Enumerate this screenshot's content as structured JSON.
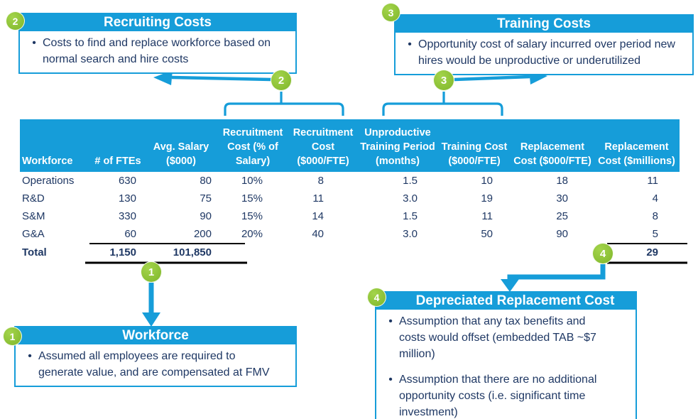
{
  "colors": {
    "accent_blue": "#169DD9",
    "navy_text": "#1F3864",
    "badge_green": "#8CC63F",
    "rule_black": "#000000"
  },
  "badges": {
    "n1": "1",
    "n2": "2",
    "n3": "3",
    "n4": "4"
  },
  "callouts": {
    "recruiting": {
      "number": "2",
      "title": "Recruiting Costs",
      "bullets": [
        "Costs to find and replace workforce based on normal search and hire costs"
      ]
    },
    "training": {
      "number": "3",
      "title": "Training Costs",
      "bullets": [
        "Opportunity cost of salary incurred over period new hires would be unproductive or underutilized"
      ]
    },
    "workforce": {
      "number": "1",
      "title": "Workforce",
      "bullets": [
        "Assumed all employees are required to generate value, and are compensated at FMV"
      ]
    },
    "depreciated": {
      "number": "4",
      "title": "Depreciated Replacement Cost",
      "bullets": [
        "Assumption that any tax benefits and costs would offset (embedded TAB ~$7 million)",
        "Assumption that there are no additional opportunity costs (i.e. significant time investment)"
      ]
    }
  },
  "table": {
    "headers": [
      "Workforce",
      "# of FTEs",
      "Avg. Salary ($000)",
      "Recruitment Cost (% of Salary)",
      "Recruitment Cost ($000/FTE)",
      "Unproductive Training Period (months)",
      "Training Cost ($000/FTE)",
      "Replacement Cost ($000/FTE)",
      "Replacement Cost ($millions)"
    ],
    "rows": [
      [
        "Operations",
        "630",
        "80",
        "10%",
        "8",
        "1.5",
        "10",
        "18",
        "11"
      ],
      [
        "R&D",
        "130",
        "75",
        "15%",
        "11",
        "3.0",
        "19",
        "30",
        "4"
      ],
      [
        "S&M",
        "330",
        "90",
        "15%",
        "14",
        "1.5",
        "11",
        "25",
        "8"
      ],
      [
        "G&A",
        "60",
        "200",
        "20%",
        "40",
        "3.0",
        "50",
        "90",
        "5"
      ]
    ],
    "total": {
      "label": "Total",
      "ftes": "1,150",
      "salary": "101,850",
      "replacement_millions": "29"
    }
  }
}
